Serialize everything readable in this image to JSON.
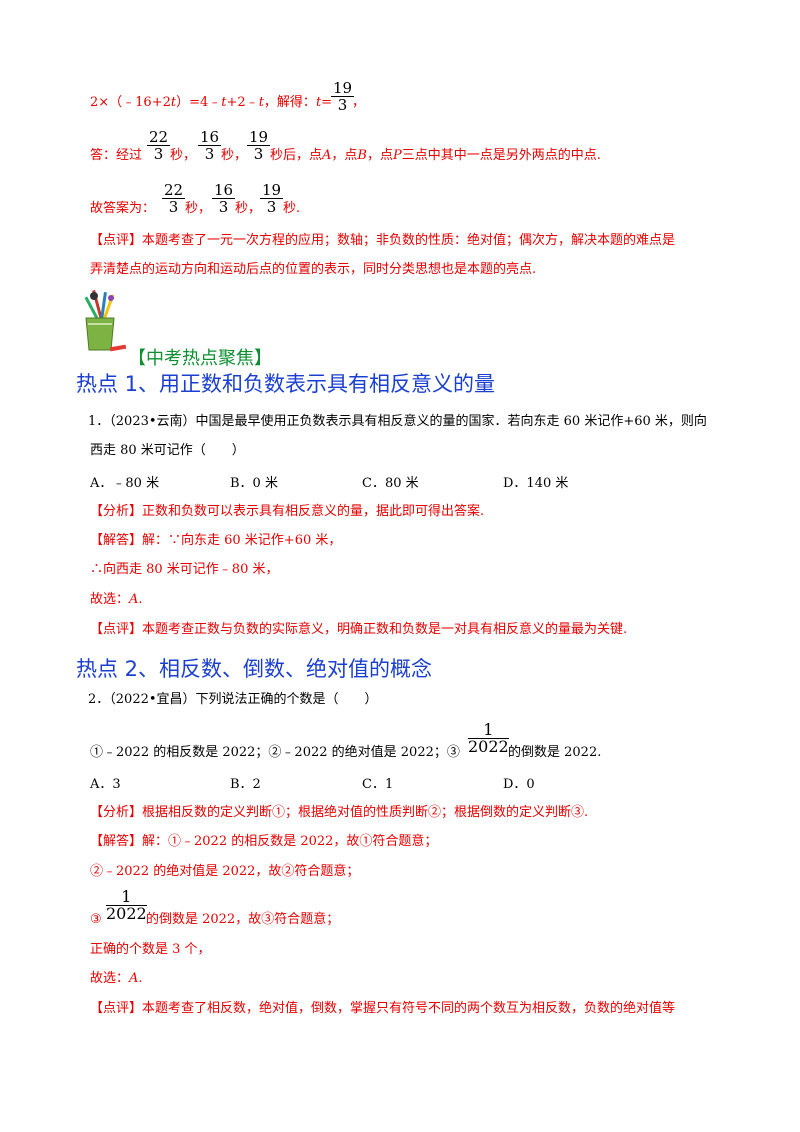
{
  "top": {
    "eq_line_left": "2×（﹣16+2",
    "eq_t1": "t",
    "eq_line_mid": "）=4﹣",
    "eq_t2": "t",
    "eq_line_mid2": "+2﹣",
    "eq_t3": "t",
    "eq_line_mid3": "，解得：",
    "eq_t4": "t",
    "eq_line_end": "=",
    "eq_frac_num": "19",
    "eq_frac_den": "3",
    "eq_tail": "，",
    "answer_prefix": "答：经过",
    "answer_fracs": [
      {
        "num": "22",
        "den": "3",
        "after": "秒，"
      },
      {
        "num": "16",
        "den": "3",
        "after": "秒，"
      },
      {
        "num": "19",
        "den": "3",
        "after": "秒后，点"
      }
    ],
    "answer_tail_A": "A",
    "answer_tail_1": "，点",
    "answer_tail_B": "B",
    "answer_tail_2": "，点",
    "answer_tail_P": "P",
    "answer_tail_3": "三点中其中一点是另外两点的中点.",
    "final_prefix": "故答案为：",
    "final_fracs": [
      {
        "num": "22",
        "den": "3",
        "after": "秒，"
      },
      {
        "num": "16",
        "den": "3",
        "after": "秒，"
      },
      {
        "num": "19",
        "den": "3",
        "after": "秒."
      }
    ],
    "comment_line1": "【点评】本题考查了一元一次方程的应用；数轴；非负数的性质：绝对值；偶次方，解决本题的难点是",
    "comment_line2": "弄清楚点的运动方向和运动后点的位置的表示，同时分类思想也是本题的亮点."
  },
  "focus_title": "【中考热点聚焦】",
  "hot1": {
    "heading": "热点 1、用正数和负数表示具有相反意义的量",
    "q_line1": "1．（2023•云南）中国是最早使用正负数表示具有相反意义的量的国家．若向东走 60 米记作+60 米，则向",
    "q_line2": "西走 80 米可记作（　　）",
    "options": [
      "A．﹣80 米",
      "B．0 米",
      "C．80 米",
      "D．140 米"
    ],
    "analysis": "【分析】正数和负数可以表示具有相反意义的量，据此即可得出答案.",
    "solution1": "【解答】解：∵向东走 60 米记作+60 米，",
    "solution2": "∴向西走 80 米可记作﹣80 米，",
    "choose_prefix": "故选：",
    "choose_letter": "A",
    "choose_end": ".",
    "comment": "【点评】本题考查正数与负数的实际意义，明确正数和负数是一对具有相反意义的量最为关键."
  },
  "hot2": {
    "heading": "热点 2、相反数、倒数、绝对值的概念",
    "q_line1": "2．（2022•宜昌）下列说法正确的个数是（　　）",
    "stmt_part1": "①﹣2022 的相反数是 2022；②﹣2022 的绝对值是 2022；③",
    "stmt_frac_num": "1",
    "stmt_frac_den": "2022",
    "stmt_part2": "的倒数是 2022.",
    "options": [
      "A．3",
      "B．2",
      "C．1",
      "D．0"
    ],
    "analysis": "【分析】根据相反数的定义判断①；根据绝对值的性质判断②；根据倒数的定义判断③.",
    "solution1": "【解答】解：①﹣2022 的相反数是 2022，故①符合题意；",
    "solution2": "②﹣2022 的绝对值是 2022，故②符合题意；",
    "sol3_prefix": "③",
    "sol3_frac_num": "1",
    "sol3_frac_den": "2022",
    "sol3_suffix": "的倒数是 2022，故③符合题意；",
    "solution4": "正确的个数是 3 个，",
    "choose_prefix": "故选：",
    "choose_letter": "A",
    "choose_end": ".",
    "comment": "【点评】本题考查了相反数，绝对值，倒数，掌握只有符号不同的两个数互为相反数，负数的绝对值等"
  },
  "colors": {
    "red": "#e60000",
    "blue": "#1a3fd0",
    "green": "#0e8f2f"
  },
  "icons": {
    "focus": "pen-holder-icon"
  }
}
